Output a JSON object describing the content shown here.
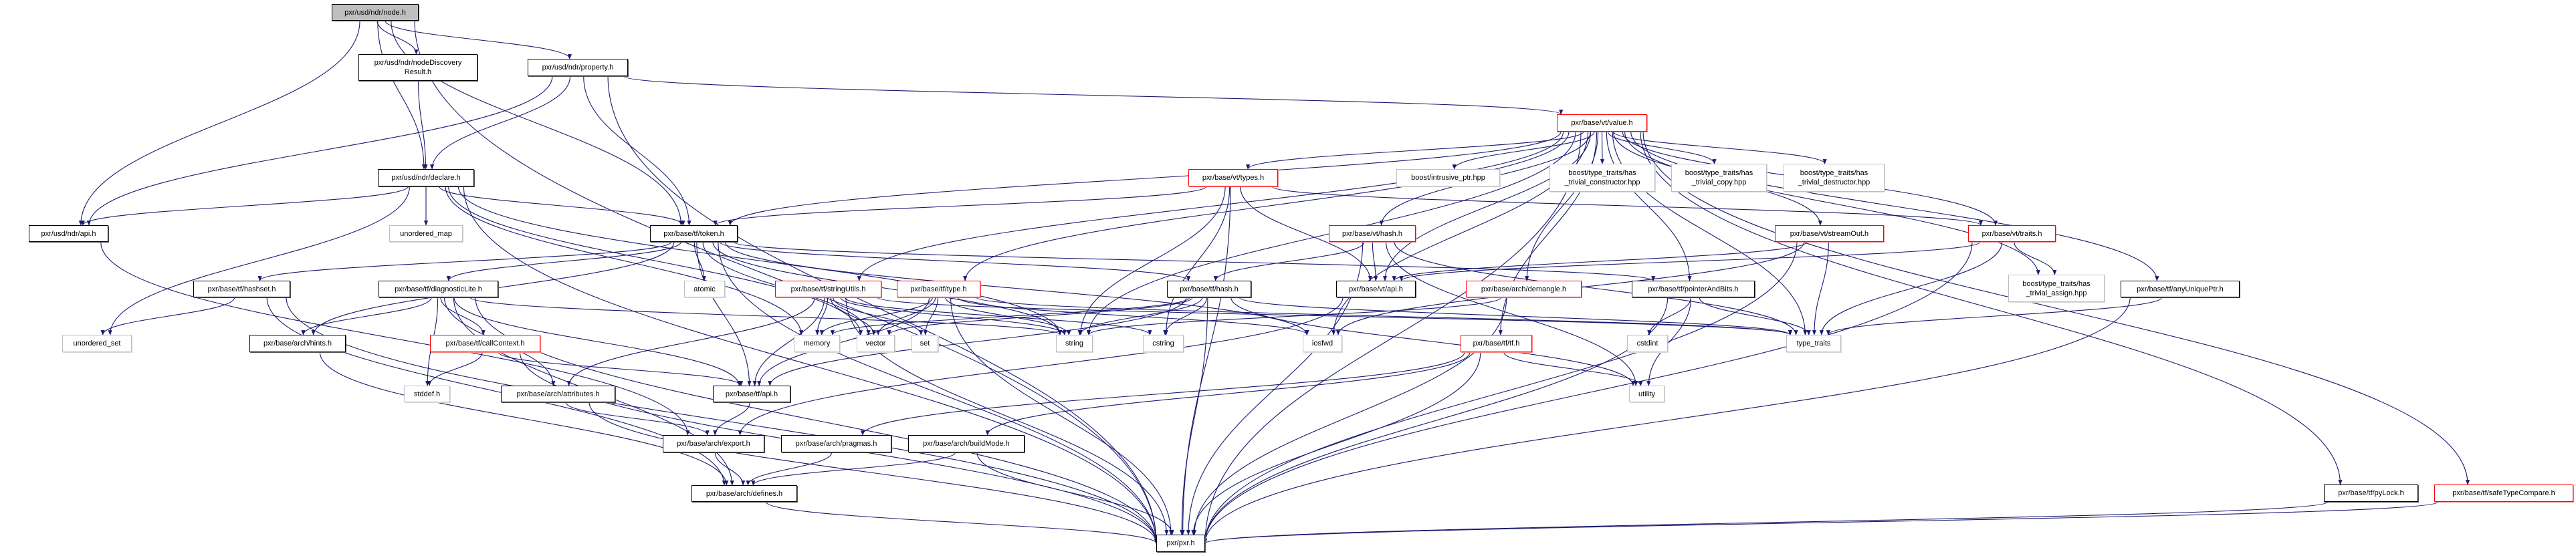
{
  "colors": {
    "edge": "#191970",
    "truncated_border": "#ff0000",
    "external_border": "#bfbfbf",
    "focus_fill": "#bfbfbf"
  },
  "nodes": [
    {
      "id": "node",
      "label": "pxr/usd/ndr/node.h",
      "style": "focus"
    },
    {
      "id": "ndres",
      "label": "pxr/usd/ndr/nodeDiscovery\nResult.h",
      "style": "normal"
    },
    {
      "id": "property",
      "label": "pxr/usd/ndr/property.h",
      "style": "normal"
    },
    {
      "id": "value",
      "label": "pxr/base/vt/value.h",
      "style": "truncated"
    },
    {
      "id": "declare",
      "label": "pxr/usd/ndr/declare.h",
      "style": "normal"
    },
    {
      "id": "types",
      "label": "pxr/base/vt/types.h",
      "style": "truncated"
    },
    {
      "id": "intrusive",
      "label": "boost/intrusive_ptr.hpp",
      "style": "external"
    },
    {
      "id": "hctor",
      "label": "boost/type_traits/has\n_trivial_constructor.hpp",
      "style": "external"
    },
    {
      "id": "hcopy",
      "label": "boost/type_traits/has\n_trivial_copy.hpp",
      "style": "external"
    },
    {
      "id": "hdtor",
      "label": "boost/type_traits/has\n_trivial_destructor.hpp",
      "style": "external"
    },
    {
      "id": "ndrapi",
      "label": "pxr/usd/ndr/api.h",
      "style": "normal"
    },
    {
      "id": "umap",
      "label": "unordered_map",
      "style": "external"
    },
    {
      "id": "token",
      "label": "pxr/base/tf/token.h",
      "style": "normal"
    },
    {
      "id": "vthash",
      "label": "pxr/base/vt/hash.h",
      "style": "truncated"
    },
    {
      "id": "streamout",
      "label": "pxr/base/vt/streamOut.h",
      "style": "truncated"
    },
    {
      "id": "traits",
      "label": "pxr/base/vt/traits.h",
      "style": "truncated"
    },
    {
      "id": "hashset",
      "label": "pxr/base/tf/hashset.h",
      "style": "normal"
    },
    {
      "id": "diaglite",
      "label": "pxr/base/tf/diagnosticLite.h",
      "style": "normal"
    },
    {
      "id": "atomic",
      "label": "atomic",
      "style": "external"
    },
    {
      "id": "stringutils",
      "label": "pxr/base/tf/stringUtils.h",
      "style": "truncated"
    },
    {
      "id": "type",
      "label": "pxr/base/tf/type.h",
      "style": "truncated"
    },
    {
      "id": "tfhash",
      "label": "pxr/base/tf/hash.h",
      "style": "normal"
    },
    {
      "id": "vtapi",
      "label": "pxr/base/vt/api.h",
      "style": "normal"
    },
    {
      "id": "demangle",
      "label": "pxr/base/arch/demangle.h",
      "style": "truncated"
    },
    {
      "id": "pab",
      "label": "pxr/base/tf/pointerAndBits.h",
      "style": "normal"
    },
    {
      "id": "hassign",
      "label": "boost/type_traits/has\n_trivial_assign.hpp",
      "style": "external"
    },
    {
      "id": "anyuptr",
      "label": "pxr/base/tf/anyUniquePtr.h",
      "style": "normal"
    },
    {
      "id": "uset",
      "label": "unordered_set",
      "style": "external"
    },
    {
      "id": "hints",
      "label": "pxr/base/arch/hints.h",
      "style": "normal"
    },
    {
      "id": "callctx",
      "label": "pxr/base/tf/callContext.h",
      "style": "truncated"
    },
    {
      "id": "memory",
      "label": "memory",
      "style": "external"
    },
    {
      "id": "vector",
      "label": "vector",
      "style": "external"
    },
    {
      "id": "set",
      "label": "set",
      "style": "external"
    },
    {
      "id": "string",
      "label": "string",
      "style": "external"
    },
    {
      "id": "cstring",
      "label": "cstring",
      "style": "external"
    },
    {
      "id": "iosfwd",
      "label": "iosfwd",
      "style": "external"
    },
    {
      "id": "tf",
      "label": "pxr/base/tf/tf.h",
      "style": "truncated"
    },
    {
      "id": "cstdint",
      "label": "cstdint",
      "style": "external"
    },
    {
      "id": "typetraits",
      "label": "type_traits",
      "style": "external"
    },
    {
      "id": "stddef",
      "label": "stddef.h",
      "style": "external"
    },
    {
      "id": "attributes",
      "label": "pxr/base/arch/attributes.h",
      "style": "normal"
    },
    {
      "id": "tfapi",
      "label": "pxr/base/tf/api.h",
      "style": "normal"
    },
    {
      "id": "utility",
      "label": "utility",
      "style": "external"
    },
    {
      "id": "export",
      "label": "pxr/base/arch/export.h",
      "style": "normal"
    },
    {
      "id": "pragmas",
      "label": "pxr/base/arch/pragmas.h",
      "style": "normal"
    },
    {
      "id": "buildmode",
      "label": "pxr/base/arch/buildMode.h",
      "style": "normal"
    },
    {
      "id": "defines",
      "label": "pxr/base/arch/defines.h",
      "style": "normal"
    },
    {
      "id": "pylock",
      "label": "pxr/base/tf/pyLock.h",
      "style": "normal"
    },
    {
      "id": "safetc",
      "label": "pxr/base/tf/safeTypeCompare.h",
      "style": "truncated"
    },
    {
      "id": "pxr",
      "label": "pxr/pxr.h",
      "style": "normal"
    }
  ],
  "edges": [
    [
      "node",
      "pxr"
    ],
    [
      "node",
      "ndrapi"
    ],
    [
      "node",
      "ndres"
    ],
    [
      "node",
      "declare"
    ],
    [
      "node",
      "token"
    ],
    [
      "node",
      "property"
    ],
    [
      "ndres",
      "declare"
    ],
    [
      "property",
      "ndrapi"
    ],
    [
      "property",
      "declare"
    ],
    [
      "property",
      "token"
    ],
    [
      "property",
      "value"
    ],
    [
      "property",
      "pxr"
    ],
    [
      "declare",
      "ndrapi"
    ],
    [
      "declare",
      "umap"
    ],
    [
      "declare",
      "token"
    ],
    [
      "declare",
      "pxr"
    ],
    [
      "declare",
      "uset"
    ],
    [
      "declare",
      "memory"
    ],
    [
      "declare",
      "vector"
    ],
    [
      "declare",
      "string"
    ],
    [
      "ndrapi",
      "export"
    ],
    [
      "token",
      "hashset"
    ],
    [
      "token",
      "diaglite"
    ],
    [
      "token",
      "atomic"
    ],
    [
      "token",
      "tfhash"
    ],
    [
      "token",
      "tfapi"
    ],
    [
      "token",
      "string"
    ],
    [
      "token",
      "vector"
    ],
    [
      "token",
      "iosfwd"
    ],
    [
      "token",
      "pab"
    ],
    [
      "token",
      "hints"
    ],
    [
      "token",
      "pxr"
    ],
    [
      "value",
      "types"
    ],
    [
      "value",
      "intrusive"
    ],
    [
      "value",
      "hctor"
    ],
    [
      "value",
      "hcopy"
    ],
    [
      "value",
      "hdtor"
    ],
    [
      "value",
      "vthash"
    ],
    [
      "value",
      "streamout"
    ],
    [
      "value",
      "traits"
    ],
    [
      "value",
      "hassign"
    ],
    [
      "value",
      "anyuptr"
    ],
    [
      "value",
      "typetraits"
    ],
    [
      "value",
      "pylock"
    ],
    [
      "value",
      "safetc"
    ],
    [
      "value",
      "pxr"
    ],
    [
      "value",
      "vtapi"
    ],
    [
      "value",
      "tf"
    ],
    [
      "value",
      "demangle"
    ],
    [
      "value",
      "stringutils"
    ],
    [
      "value",
      "type"
    ],
    [
      "value",
      "token"
    ],
    [
      "value",
      "pab"
    ],
    [
      "value",
      "iosfwd"
    ],
    [
      "value",
      "string"
    ],
    [
      "types",
      "token"
    ],
    [
      "types",
      "traits"
    ],
    [
      "types",
      "vtapi"
    ],
    [
      "types",
      "pxr"
    ],
    [
      "types",
      "string"
    ],
    [
      "types",
      "cstring"
    ],
    [
      "vthash",
      "tfhash"
    ],
    [
      "vthash",
      "vtapi"
    ],
    [
      "vthash",
      "typetraits"
    ],
    [
      "vthash",
      "utility"
    ],
    [
      "vthash",
      "pxr"
    ],
    [
      "streamout",
      "vtapi"
    ],
    [
      "streamout",
      "typetraits"
    ],
    [
      "streamout",
      "iosfwd"
    ],
    [
      "streamout",
      "pxr"
    ],
    [
      "traits",
      "typetraits"
    ],
    [
      "traits",
      "hassign"
    ],
    [
      "traits",
      "vtapi"
    ],
    [
      "traits",
      "pxr"
    ],
    [
      "hashset",
      "uset"
    ],
    [
      "hashset",
      "pxr"
    ],
    [
      "hashset",
      "defines"
    ],
    [
      "diaglite",
      "hints"
    ],
    [
      "diaglite",
      "callctx"
    ],
    [
      "diaglite",
      "stddef"
    ],
    [
      "diaglite",
      "attributes"
    ],
    [
      "diaglite",
      "tfapi"
    ],
    [
      "diaglite",
      "defines"
    ],
    [
      "diaglite",
      "pxr"
    ],
    [
      "diaglite",
      "string"
    ],
    [
      "callctx",
      "stddef"
    ],
    [
      "callctx",
      "tfapi"
    ],
    [
      "callctx",
      "pxr"
    ],
    [
      "stringutils",
      "attributes"
    ],
    [
      "stringutils",
      "tfapi"
    ],
    [
      "stringutils",
      "memory"
    ],
    [
      "stringutils",
      "vector"
    ],
    [
      "stringutils",
      "set"
    ],
    [
      "stringutils",
      "string"
    ],
    [
      "stringutils",
      "cstring"
    ],
    [
      "stringutils",
      "pxr"
    ],
    [
      "stringutils",
      "typetraits"
    ],
    [
      "type",
      "memory"
    ],
    [
      "type",
      "vector"
    ],
    [
      "type",
      "set"
    ],
    [
      "type",
      "string"
    ],
    [
      "type",
      "tfapi"
    ],
    [
      "type",
      "pxr"
    ],
    [
      "type",
      "typetraits"
    ],
    [
      "type",
      "iosfwd"
    ],
    [
      "tfhash",
      "memory"
    ],
    [
      "tfhash",
      "string"
    ],
    [
      "tfhash",
      "cstring"
    ],
    [
      "tfhash",
      "tfapi"
    ],
    [
      "tfhash",
      "pxr"
    ],
    [
      "tfhash",
      "typetraits"
    ],
    [
      "tfhash",
      "utility"
    ],
    [
      "tfhash",
      "vector"
    ],
    [
      "vtapi",
      "export"
    ],
    [
      "demangle",
      "string"
    ],
    [
      "demangle",
      "pxr"
    ],
    [
      "pab",
      "cstdint"
    ],
    [
      "pab",
      "utility"
    ],
    [
      "pab",
      "typetraits"
    ],
    [
      "pab",
      "pxr"
    ],
    [
      "anyuptr",
      "typetraits"
    ],
    [
      "anyuptr",
      "pxr"
    ],
    [
      "pylock",
      "pxr"
    ],
    [
      "safetc",
      "pxr"
    ],
    [
      "tf",
      "buildmode"
    ],
    [
      "tf",
      "utility"
    ],
    [
      "tf",
      "pxr"
    ],
    [
      "tf",
      "pragmas"
    ],
    [
      "hints",
      "defines"
    ],
    [
      "attributes",
      "export"
    ],
    [
      "attributes",
      "pxr"
    ],
    [
      "tfapi",
      "export"
    ],
    [
      "export",
      "defines"
    ],
    [
      "pragmas",
      "defines"
    ],
    [
      "buildmode",
      "defines"
    ],
    [
      "buildmode",
      "pxr"
    ],
    [
      "defines",
      "pxr"
    ]
  ]
}
